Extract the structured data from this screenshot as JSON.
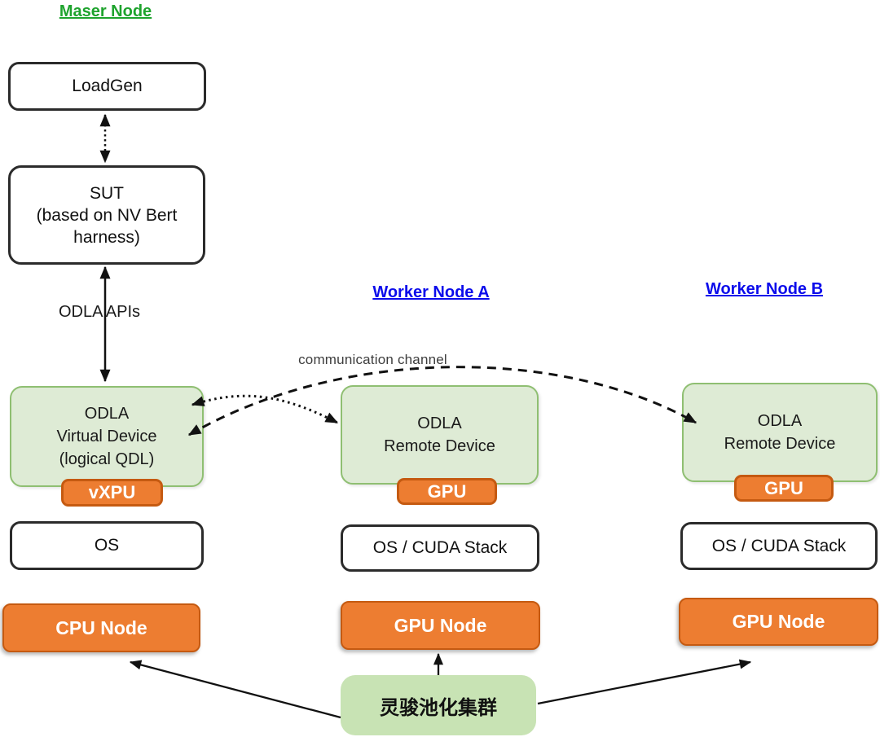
{
  "master": {
    "title": "Maser Node",
    "loadgen_label": "LoadGen",
    "sut_label": "SUT\n(based on NV Bert\nharness)",
    "api_arrow_label": "ODLA APIs",
    "device_label": "ODLA\nVirtual Device\n(logical QDL)",
    "badge_label": "vXPU",
    "os_label": "OS",
    "node_label": "CPU Node"
  },
  "worker_a": {
    "title": "Worker Node A",
    "device_label": "ODLA\nRemote Device",
    "badge_label": "GPU",
    "os_label": "OS / CUDA Stack",
    "node_label": "GPU Node"
  },
  "worker_b": {
    "title": "Worker Node B",
    "device_label": "ODLA\nRemote Device",
    "badge_label": "GPU",
    "os_label": "OS / CUDA Stack",
    "node_label": "GPU Node"
  },
  "annotations": {
    "communication_channel": "communication channel",
    "cluster_label": "灵骏池化集群"
  },
  "colors": {
    "master_title_green": "#1ea32d",
    "worker_title_blue": "#0b0beb",
    "device_box_fill": "#deebd5",
    "device_box_border": "#8fbf72",
    "badge_orange": "#ed7d31",
    "badge_border": "#c55a11",
    "node_orange": "#ed7d31",
    "cluster_fill": "#c8e3b4",
    "comm_label_gray": "#3d3d3d",
    "arrow_black": "#111111"
  }
}
